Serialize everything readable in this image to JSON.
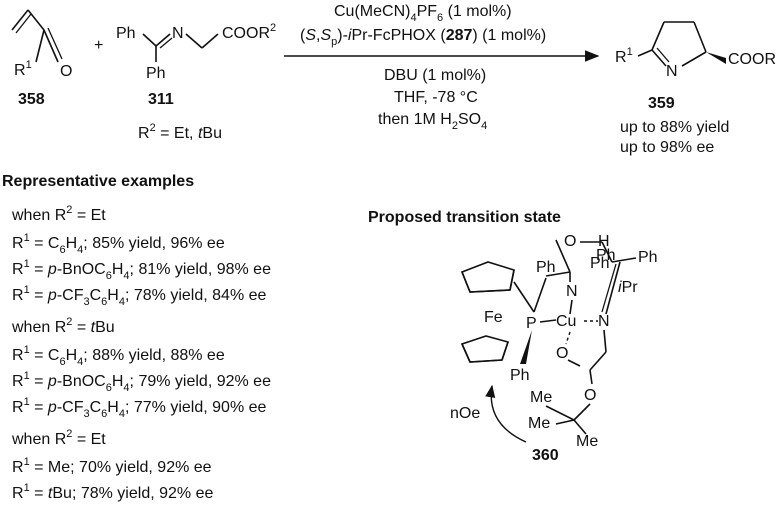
{
  "reaction": {
    "reactant_ketone": {
      "label": "358",
      "r1": "R",
      "r1_sup": "1",
      "o": "O"
    },
    "plus": "+",
    "reactant_imine": {
      "label": "311",
      "ph_top": "Ph",
      "n": "N",
      "ester": "COOR",
      "ester_sup": "2",
      "ph_bottom": "Ph"
    },
    "r2_note": {
      "prefix": "R",
      "sup": "2",
      "eq": " = Et, ",
      "tbu": "t",
      "tbu_rest": "Bu"
    },
    "conditions": {
      "catalyst_a": "Cu(MeCN)",
      "catalyst_a_sub": "4",
      "catalyst_a_b": "PF",
      "catalyst_a_sub2": "6",
      "catalyst_a_load": " (1 mol%)",
      "ligand_open": "(",
      "ligand_s1": "S",
      "ligand_comma": ",",
      "ligand_s2": "S",
      "ligand_p": "p",
      "ligand_close": ")-",
      "ligand_ipr": "i",
      "ligand_name": "Pr-FcPHOX (",
      "ligand_num": "287",
      "ligand_load": ") (1 mol%)",
      "base": "DBU (1 mol%)",
      "solvent": "THF, -78 °C",
      "acid_a": "then 1M H",
      "acid_sub1": "2",
      "acid_b": "SO",
      "acid_sub2": "4"
    },
    "product": {
      "label": "359",
      "r1": "R",
      "r1_sup": "1",
      "n": "N",
      "ester": "COOR",
      "ester_sup": "2",
      "yield": "up to 88% yield",
      "ee": "up to 98% ee"
    }
  },
  "examples": {
    "heading": "Representative examples",
    "group1": {
      "header_a": "when R",
      "header_sup": "2",
      "header_b": " = Et",
      "items": [
        {
          "r": "R",
          "sup": "1",
          "eq": " = C",
          "s1": "6",
          "h": "H",
          "s2": "4",
          "rest": "; 85% yield, 96% ee"
        },
        {
          "r": "R",
          "sup": "1",
          "eq": " = ",
          "p": "p",
          "pre": "-BnOC",
          "s1": "6",
          "h": "H",
          "s2": "4",
          "rest": "; 81% yield, 98% ee"
        },
        {
          "r": "R",
          "sup": "1",
          "eq": " = ",
          "p": "p",
          "pre": "-CF",
          "s0": "3",
          "c": "C",
          "s1": "6",
          "h": "H",
          "s2": "4",
          "rest": "; 78% yield, 84% ee"
        }
      ]
    },
    "group2": {
      "header_a": "when R",
      "header_sup": "2",
      "header_b": " = ",
      "header_t": "t",
      "header_c": "Bu",
      "items": [
        {
          "r": "R",
          "sup": "1",
          "eq": " = C",
          "s1": "6",
          "h": "H",
          "s2": "4",
          "rest": "; 88% yield, 88% ee"
        },
        {
          "r": "R",
          "sup": "1",
          "eq": " = ",
          "p": "p",
          "pre": "-BnOC",
          "s1": "6",
          "h": "H",
          "s2": "4",
          "rest": "; 79% yield, 92% ee"
        },
        {
          "r": "R",
          "sup": "1",
          "eq": " = ",
          "p": "p",
          "pre": "-CF",
          "s0": "3",
          "c": "C",
          "s1": "6",
          "h": "H",
          "s2": "4",
          "rest": "; 77% yield, 90% ee"
        }
      ]
    },
    "group3": {
      "header_a": "when R",
      "header_sup": "2",
      "header_b": " = Et",
      "items": [
        {
          "r": "R",
          "sup": "1",
          "eq": " = Me; 70% yield, 92% ee"
        },
        {
          "r": "R",
          "sup": "1",
          "eq": " = ",
          "t": "t",
          "rest": "Bu; 78% yield, 92% ee"
        }
      ]
    }
  },
  "transition_state": {
    "heading": "Proposed transition state",
    "label": "360",
    "atoms": {
      "o_ring": "O",
      "h": "H",
      "ph_imine": "Ph",
      "ph_overlap": "Ph",
      "ph_right": "Ph",
      "n_upper": "N",
      "n_right": "N",
      "ipr_i": "i",
      "ipr": "Pr",
      "fe": "Fe",
      "p": "P",
      "cu": "Cu",
      "ph_p_top": "Ph",
      "ph_p_bottom": "Ph",
      "o_carbonyl": "O",
      "o_ester": "O",
      "me1": "Me",
      "me2": "Me",
      "me3": "Me",
      "nu": "nOe"
    }
  }
}
